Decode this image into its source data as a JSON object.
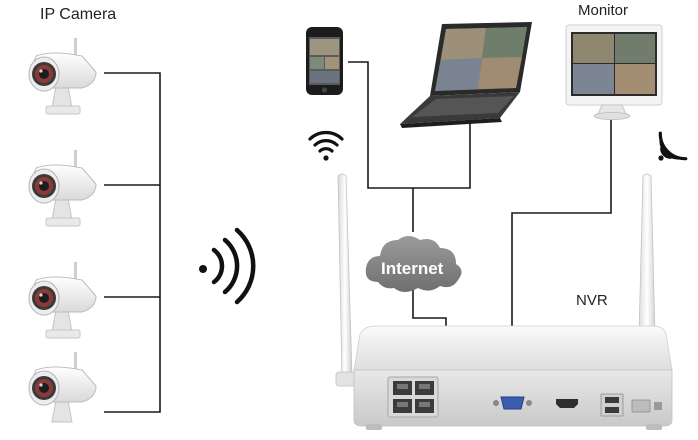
{
  "labels": {
    "ip_camera": "IP Camera",
    "monitor": "Monitor",
    "nvr": "NVR",
    "internet": "Internet"
  },
  "colors": {
    "line": "#1a1a1a",
    "cloud": "#8a8a8a",
    "device_white": "#f4f4f4",
    "device_grey": "#d6d6d6",
    "screen_dark": "#2b2b2b",
    "screen_image": "#9a8f7a",
    "wifi": "#111111"
  },
  "icons": [
    "ip-camera-icon",
    "smartphone-icon",
    "laptop-icon",
    "monitor-icon",
    "wifi-icon",
    "cloud-icon",
    "nvr-recorder-icon",
    "antenna-icon",
    "ethernet-port-icon",
    "vga-port-icon",
    "hdmi-port-icon",
    "usb-port-icon"
  ]
}
